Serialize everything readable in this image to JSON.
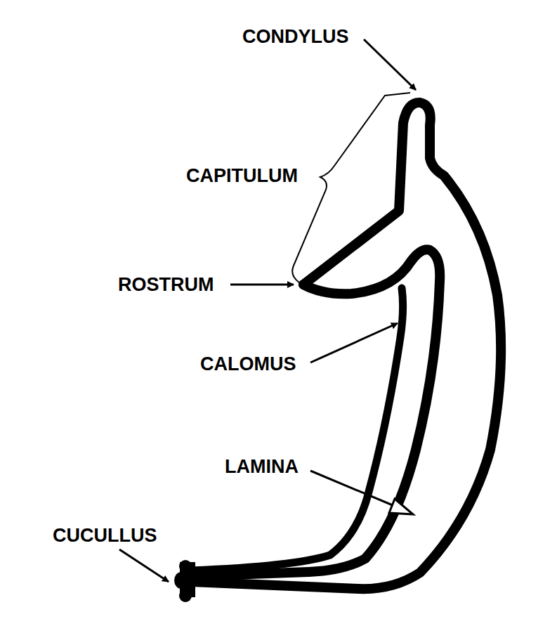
{
  "diagram": {
    "labels": [
      "CONDYLUS",
      "CAPITULUM",
      "ROSTRUM",
      "CALOMUS",
      "LAMINA",
      "CUCULLUS"
    ]
  }
}
